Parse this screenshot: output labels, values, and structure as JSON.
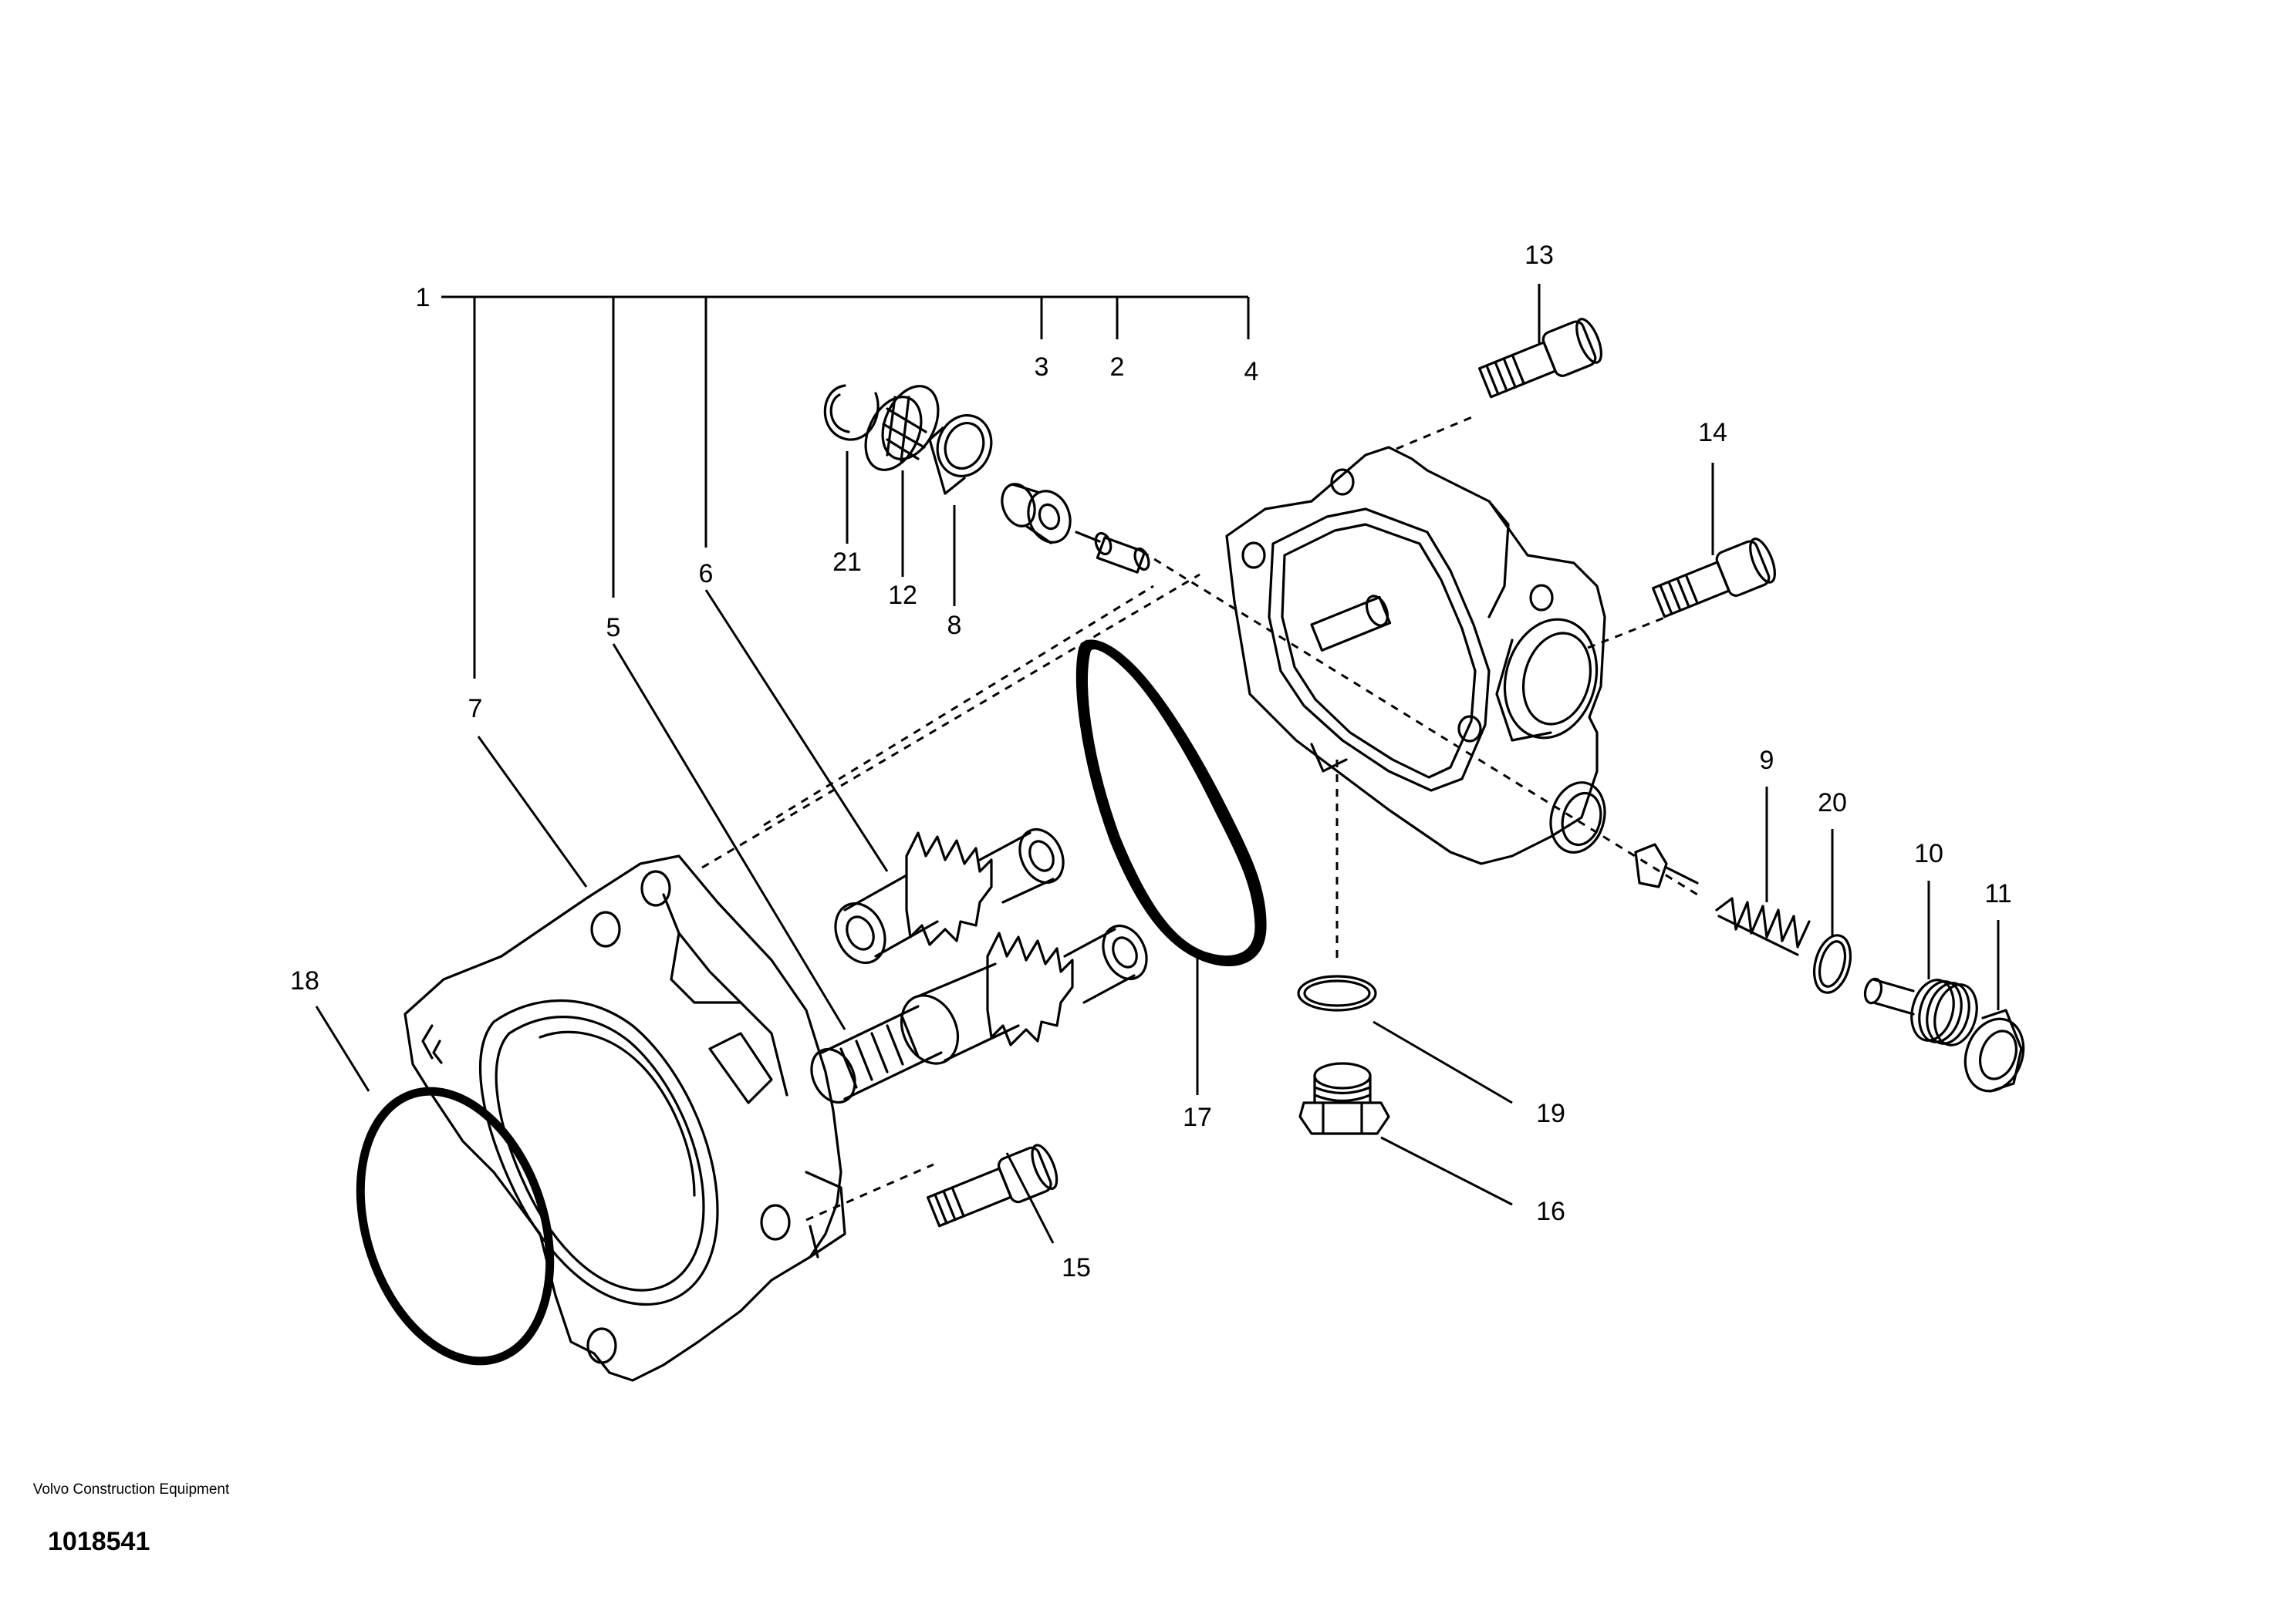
{
  "callouts": {
    "c1": "1",
    "c2": "2",
    "c3": "3",
    "c4": "4",
    "c5": "5",
    "c6": "6",
    "c7": "7",
    "c8": "8",
    "c9": "9",
    "c10": "10",
    "c11": "11",
    "c12": "12",
    "c13": "13",
    "c14": "14",
    "c15": "15",
    "c16": "16",
    "c17": "17",
    "c18": "18",
    "c19": "19",
    "c20": "20",
    "c21": "21"
  },
  "footer": {
    "manufacturer": "Volvo Construction Equipment",
    "drawing_number": "1018541"
  }
}
